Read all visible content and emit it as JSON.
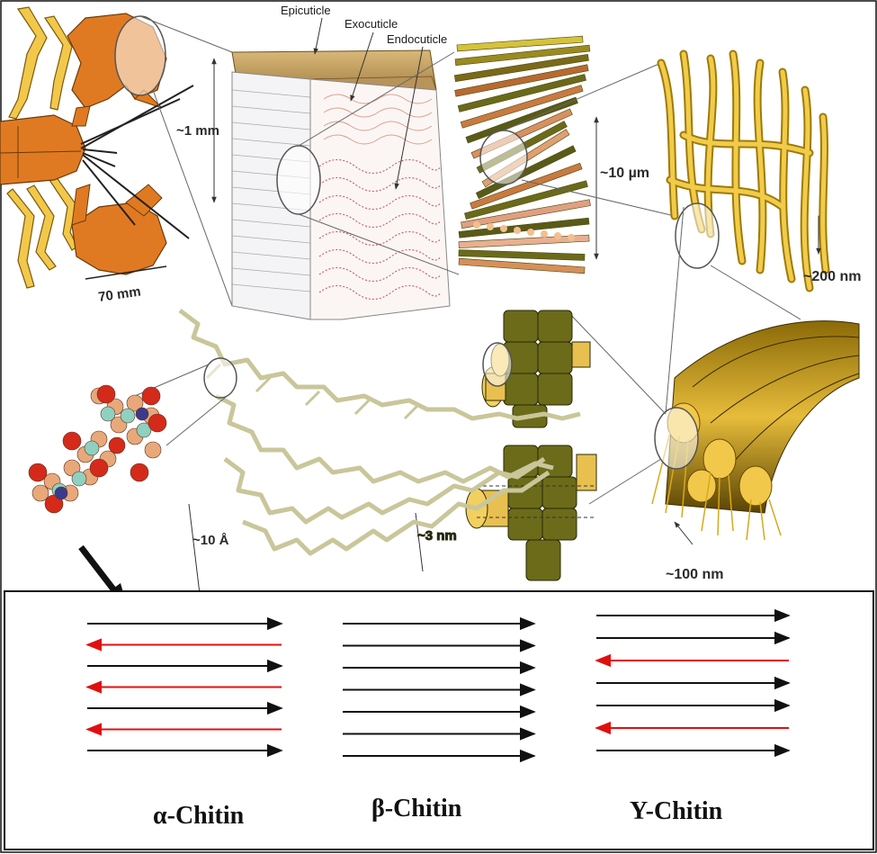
{
  "figure": {
    "labels": {
      "epicuticle": "Epicuticle",
      "exocuticle": "Exocuticle",
      "endocuticle": "Endocuticle",
      "scale_1mm": "~1 mm",
      "scale_10um": "~10 µm",
      "scale_200nm": "~200 nm",
      "scale_70mm": "70 mm",
      "scale_10A": "~10 Å",
      "scale_3nm": "~3 nm",
      "scale_100nm": "~100 nm"
    },
    "chitin_types": [
      {
        "name": "α-Chitin",
        "arrows": [
          "right",
          "left",
          "right",
          "left",
          "right",
          "left",
          "right"
        ]
      },
      {
        "name": "β-Chitin",
        "arrows": [
          "right",
          "right",
          "right",
          "right",
          "right",
          "right",
          "right"
        ]
      },
      {
        "name": "Υ-Chitin",
        "arrows": [
          "right",
          "right",
          "left",
          "right",
          "right",
          "left",
          "right"
        ]
      }
    ],
    "colors": {
      "parallel_arrow": "#111111",
      "antiparallel_arrow": "#e01010",
      "lobster": "#e07a22",
      "lobster_leg": "#f2c84a",
      "fiber_gold": "#d9a91a",
      "fibril_olive": "#6b6b1a",
      "molecule_chain": "#c9c69a"
    }
  }
}
